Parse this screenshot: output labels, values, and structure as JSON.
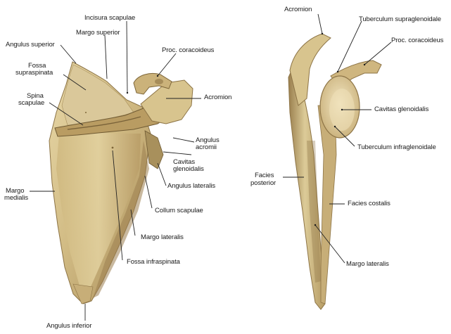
{
  "figure": {
    "left_view_labels": {
      "incisura_scapulae": "Incisura scapulae",
      "margo_superior": "Margo superior",
      "angulus_superior": "Angulus superior",
      "proc_coracoideus": "Proc. coracoideus",
      "fossa_supraspinata_1": "Fossa",
      "fossa_supraspinata_2": "supraspinata",
      "acromion": "Acromion",
      "spina_scapulae_1": "Spina",
      "spina_scapulae_2": "scapulae",
      "angulus_acromii_1": "Angulus",
      "angulus_acromii_2": "acromii",
      "cavitas_glenoidalis_1": "Cavitas",
      "cavitas_glenoidalis_2": "glenoidalis",
      "angulus_lateralis": "Angulus lateralis",
      "margo_medialis_1": "Margo",
      "margo_medialis_2": "medialis",
      "collum_scapulae": "Collum scapulae",
      "margo_lateralis": "Margo lateralis",
      "fossa_infraspinata": "Fossa infraspinata",
      "angulus_inferior": "Angulus inferior"
    },
    "right_view_labels": {
      "acromion": "Acromion",
      "tuberculum_supraglenoidale": "Tuberculum supraglenoidale",
      "proc_coracoideus": "Proc. coracoideus",
      "cavitas_glenoidalis": "Cavitas glenoidalis",
      "tuberculum_infraglenoidale": "Tuberculum infraglenoidale",
      "facies_posterior_1": "Facies",
      "facies_posterior_2": "posterior",
      "facies_costalis": "Facies costalis",
      "margo_lateralis": "Margo lateralis"
    },
    "colors": {
      "bone_base": "#cdb67f",
      "bone_light": "#e6d6a6",
      "bone_shadow": "#8d7446",
      "leader_line": "#222222"
    }
  }
}
